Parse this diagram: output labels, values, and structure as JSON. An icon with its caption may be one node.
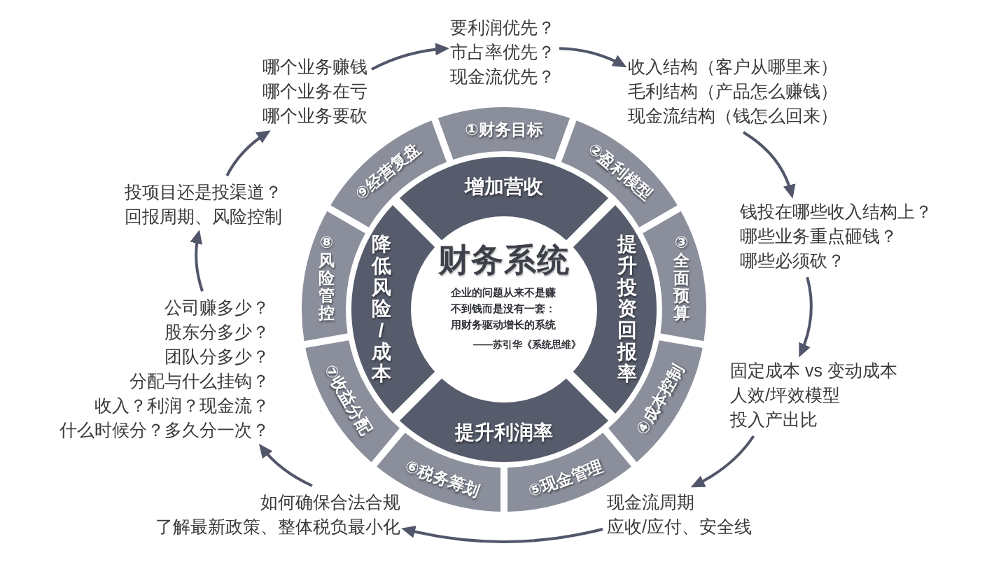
{
  "diagram": {
    "nodes": [
      {
        "text": [
          "财务系统",
          "企业的问题从来不是赚不到钱而是没有一套：用财务驱动增长的系统",
          "——苏引华《系统思维》"
        ]
      },
      {
        "text": [
          "增加营收"
        ]
      },
      {
        "text": [
          "提升投资回报率"
        ]
      },
      {
        "text": [
          "提升利润率"
        ]
      },
      {
        "text": [
          "降低风险/成本"
        ]
      },
      {
        "text": [
          "①财务目标"
        ]
      },
      {
        "text": [
          "②盈利模型"
        ]
      },
      {
        "text": [
          "③全面预算"
        ]
      },
      {
        "text": [
          "④成本控制"
        ]
      },
      {
        "text": [
          "⑤现金管理"
        ]
      },
      {
        "text": [
          "⑥税务筹划"
        ]
      },
      {
        "text": [
          "⑦收益分配"
        ]
      },
      {
        "text": [
          "⑧风险管控"
        ]
      },
      {
        "text": [
          "⑨经营复盘"
        ]
      },
      {
        "text": [
          "要利润优先？",
          "市占率优先？",
          "现金流优先？"
        ]
      },
      {
        "text": [
          "收入结构（客户从哪里来）",
          "毛利结构（产品怎么赚钱）",
          "现金流结构（钱怎么回来）"
        ]
      },
      {
        "text": [
          "钱投在哪些收入结构上？",
          "哪些业务重点砸钱？",
          "哪些必须砍？"
        ]
      },
      {
        "text": [
          "固定成本 vs 变动成本",
          "人效/坪效模型",
          "投入产出比"
        ]
      },
      {
        "text": [
          "现金流周期",
          "应收/应付、安全线"
        ]
      },
      {
        "text": [
          "如何确保合法合规",
          "了解最新政策、整体税负最小化"
        ]
      },
      {
        "text": [
          "公司赚多少？",
          "股东分多少？",
          "团队分多少？",
          "分配与什么挂钩？",
          "收入？利润？现金流？",
          "什么时候分？多久分一次？"
        ]
      },
      {
        "text": [
          "投项目还是投渠道？",
          "回报周期、风险控制"
        ]
      },
      {
        "text": [
          "哪个业务赚钱",
          "哪个业务在亏",
          "哪个业务要砍"
        ]
      }
    ],
    "edges": [
      {
        "from": 22,
        "to": 14,
        "arrow": "to"
      },
      {
        "from": 14,
        "to": 15,
        "arrow": "to"
      },
      {
        "from": 15,
        "to": 16,
        "arrow": "to"
      },
      {
        "from": 16,
        "to": 17,
        "arrow": "to"
      },
      {
        "from": 17,
        "to": 18,
        "arrow": "to"
      },
      {
        "from": 18,
        "to": 19,
        "arrow": "to"
      },
      {
        "from": 19,
        "to": 20,
        "arrow": "to"
      },
      {
        "from": 20,
        "to": 21,
        "arrow": "to"
      },
      {
        "from": 21,
        "to": 22,
        "arrow": "to"
      }
    ]
  }
}
